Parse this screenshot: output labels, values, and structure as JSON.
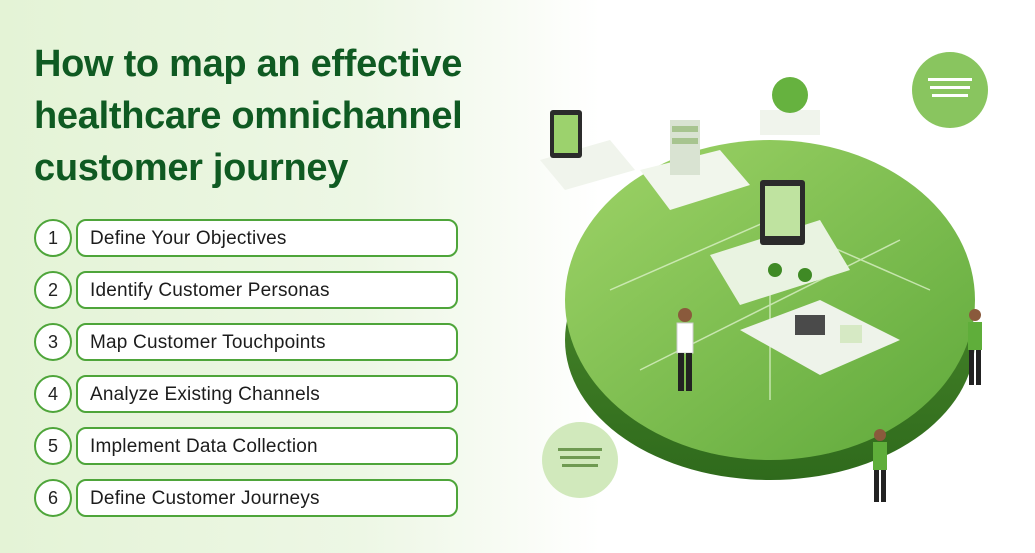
{
  "title_lines": [
    "How to map an effective",
    "healthcare omnichannel",
    "customer journey"
  ],
  "steps": [
    {
      "num": "1",
      "label": "Define Your Objectives"
    },
    {
      "num": "2",
      "label": "Identify Customer Personas"
    },
    {
      "num": "3",
      "label": "Map Customer Touchpoints"
    },
    {
      "num": "4",
      "label": "Analyze Existing Channels"
    },
    {
      "num": "5",
      "label": "Implement Data Collection"
    },
    {
      "num": "6",
      "label": "Define Customer Journeys"
    }
  ],
  "colors": {
    "title": "#0f5a22",
    "accent": "#4ea53a",
    "platform": "#7cbf4e",
    "platform_dark": "#4f8f2e"
  },
  "illustration_icons": [
    "green-platform",
    "monitor-icon",
    "tree-icon",
    "speech-bubble-icon",
    "person-icon",
    "building-icon"
  ]
}
